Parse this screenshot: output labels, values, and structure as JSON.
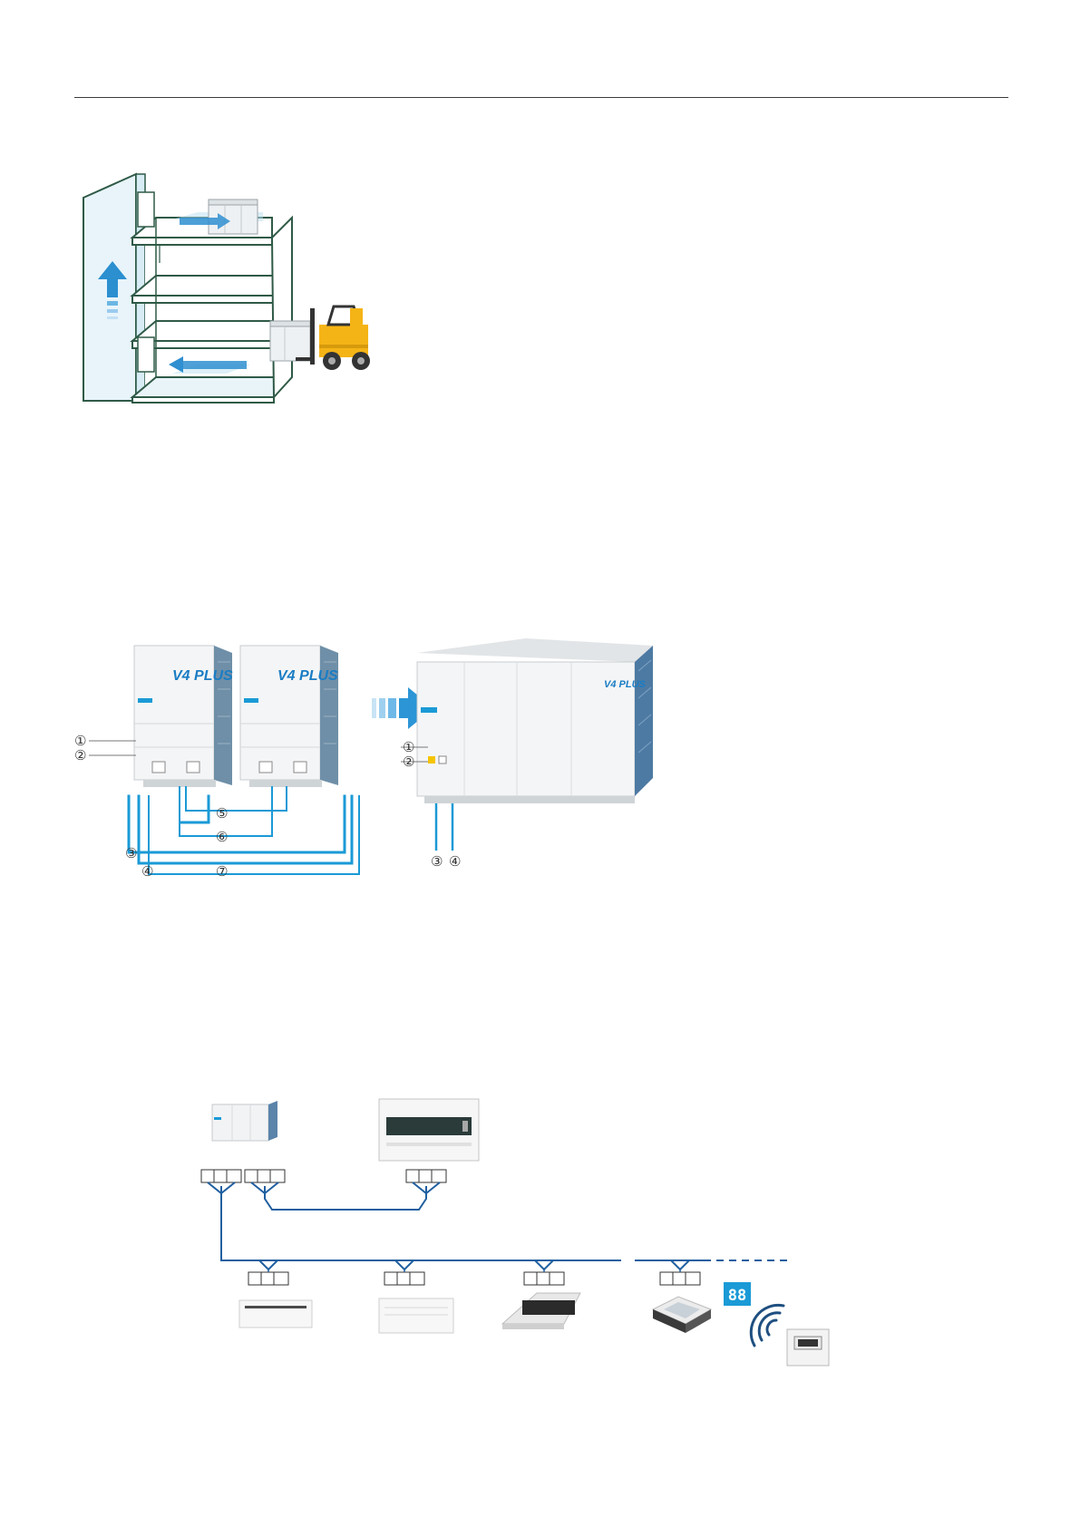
{
  "diagram_transport": {
    "description_icons": [
      "building-shaft",
      "outdoor-unit",
      "forklift",
      "up-arrow"
    ]
  },
  "diagram_combination": {
    "left_units_brand": "V4 PLUS",
    "right_unit_brand": "V4 PLUS",
    "left_labels": [
      "①",
      "②",
      "③",
      "④",
      "⑤",
      "⑥",
      "⑦"
    ],
    "right_labels": [
      "①",
      "②",
      "③",
      "④"
    ]
  },
  "diagram_network": {
    "display_value": "88"
  },
  "colors": {
    "accent_blue": "#1a9ad6",
    "pipe_blue": "#1f5fa0",
    "building_green": "#2f5a47",
    "building_fill": "#eaf5fa",
    "forklift_yellow": "#f5b416"
  }
}
